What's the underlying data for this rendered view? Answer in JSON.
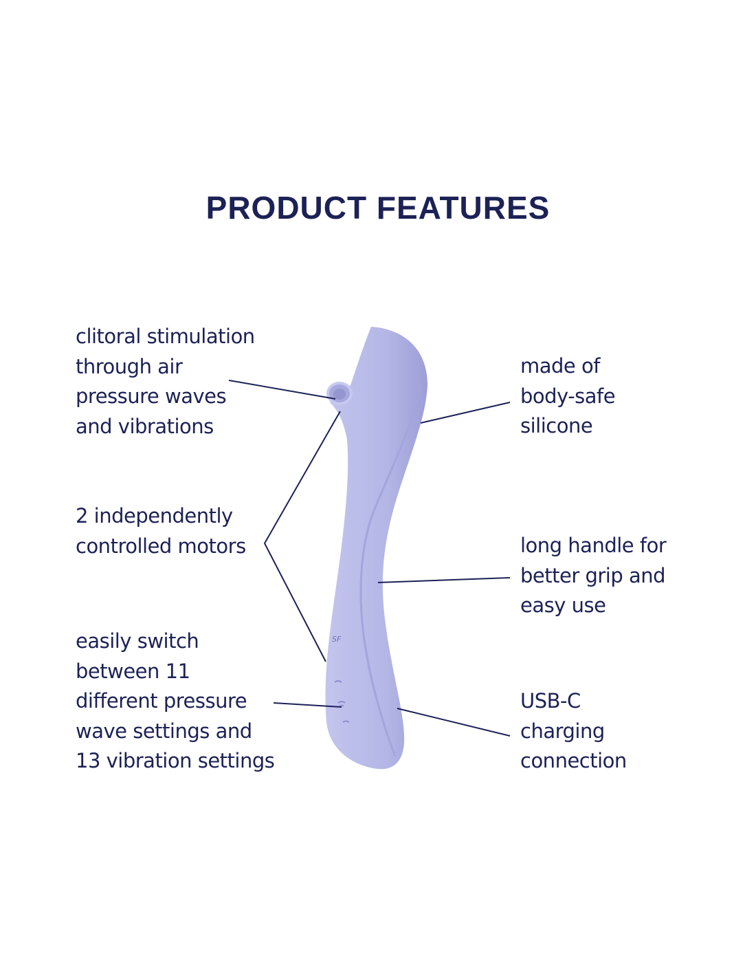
{
  "title": "PRODUCT FEATURES",
  "features_left": [
    "clitoral stimulation\nthrough air\npressure waves\nand vibrations",
    "2 independently\ncontrolled motors",
    "easily switch\nbetween 11\ndifferent pressure\nwave settings and\n13 vibration settings"
  ],
  "features_right": [
    "made of\nbody-safe\nsilicone",
    "long handle for\nbetter grip and\neasy use",
    "USB-C\ncharging\nconnection"
  ],
  "colors": {
    "text": "#1c2156",
    "device": "#b9bbe8",
    "device_shade": "#9fa1d8"
  }
}
